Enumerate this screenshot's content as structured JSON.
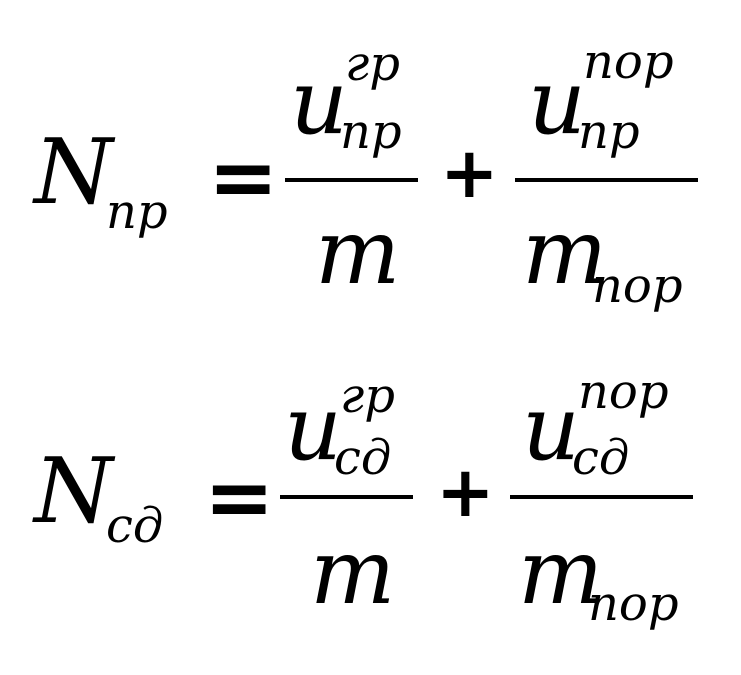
{
  "equations": [
    {
      "lhs": {
        "base": "N",
        "sub": "пр"
      },
      "equals": "=",
      "term1": {
        "num_base": "u",
        "num_sup": "гр",
        "num_sub": "пр",
        "den_base": "m"
      },
      "plus": "+",
      "term2": {
        "num_base": "u",
        "num_sup": "пор",
        "num_sub": "пр",
        "den_base": "m",
        "den_sub": "пор"
      }
    },
    {
      "lhs": {
        "base": "N",
        "sub": "сд"
      },
      "equals": "=",
      "term1": {
        "num_base": "u",
        "num_sup": "гр",
        "num_sub": "сд",
        "den_base": "m"
      },
      "plus": "+",
      "term2": {
        "num_base": "u",
        "num_sup": "пор",
        "num_sub": "сд",
        "den_base": "m",
        "den_sub": "пор"
      }
    }
  ]
}
